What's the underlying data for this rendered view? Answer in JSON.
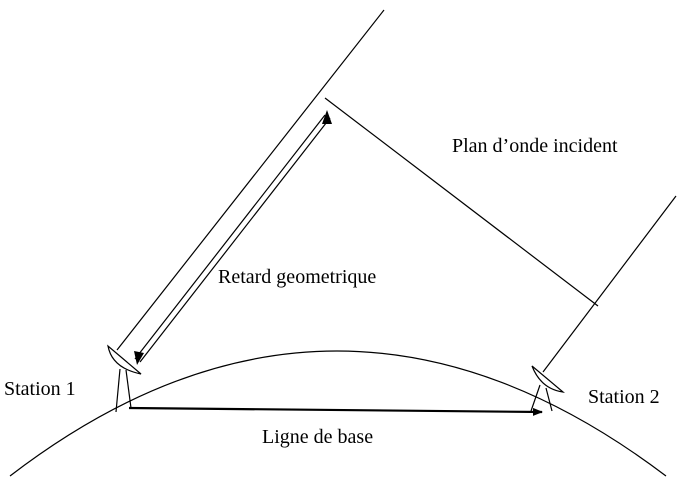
{
  "labels": {
    "wavefront": "Plan d’onde incident",
    "delay": "Retard geometrique",
    "station1": "Station 1",
    "station2": "Station 2",
    "baseline": "Ligne de base"
  },
  "colors": {
    "ink": "#000000",
    "background": "#ffffff"
  }
}
